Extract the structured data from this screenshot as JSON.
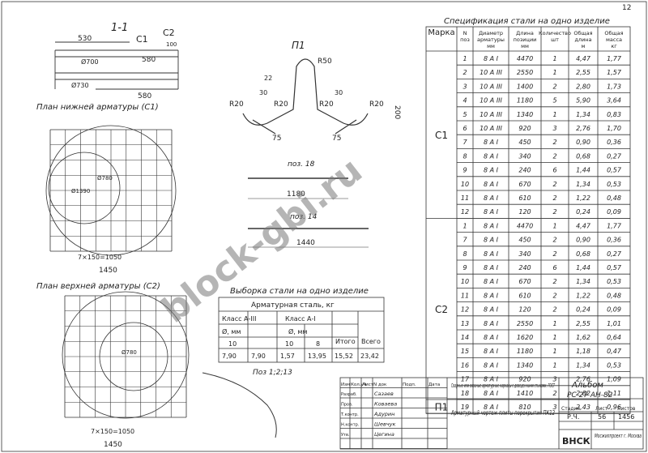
{
  "sheet": {
    "page_number": "12"
  },
  "views": {
    "section": "1-1",
    "c1": "С1",
    "c2": "С2",
    "p1": "П1",
    "lower_plan_title": "План нижней арматуры (С1)",
    "upper_plan_title": "План верхней арматуры (С2)"
  },
  "section_dims": [
    "530",
    "580",
    "580",
    "Ø700",
    "Ø730",
    "100"
  ],
  "p1_dims": {
    "r50": "R50",
    "r20": "R20",
    "d22": "22",
    "d30": "30",
    "d75": "75",
    "h200": "200"
  },
  "poz18": {
    "label": "поз. 18",
    "len": "1180"
  },
  "poz14": {
    "label": "поз. 14",
    "len": "1440"
  },
  "poz1213": {
    "label": "Поз 1;2;13"
  },
  "plans": {
    "total": "1450",
    "inner": "7×150=1050",
    "d780": "Ø780",
    "d1390": "Ø1390"
  },
  "steel_table": {
    "title": "Выборка стали на одно изделие",
    "header": "Арматурная сталь, кг",
    "class_a3": "Класс А-III",
    "class_a1": "Класс А-I",
    "diam": "Ø, мм",
    "itogo": "Итого",
    "vsego": "Всего",
    "diam_a3": "10",
    "diam_a1_1": "10",
    "diam_a1_2": "8",
    "values": [
      "7,90",
      "7,90",
      "1,57",
      "13,95",
      "15,52",
      "23,42"
    ]
  },
  "spec": {
    "title": "Спецификация стали на одно изделие",
    "headers": [
      "Марка",
      "N поз",
      "Диаметр арматуры мм",
      "Длина позиции мм",
      "Количество шт",
      "Общая длина м",
      "Общая масса кг"
    ],
    "groups": [
      {
        "mark": "С1",
        "rows": [
          [
            "1",
            "8 А I",
            "4470",
            "1",
            "4,47",
            "1,77"
          ],
          [
            "2",
            "10 А III",
            "2550",
            "1",
            "2,55",
            "1,57"
          ],
          [
            "3",
            "10 А III",
            "1400",
            "2",
            "2,80",
            "1,73"
          ],
          [
            "4",
            "10 А III",
            "1180",
            "5",
            "5,90",
            "3,64"
          ],
          [
            "5",
            "10 А III",
            "1340",
            "1",
            "1,34",
            "0,83"
          ],
          [
            "6",
            "10 А III",
            "920",
            "3",
            "2,76",
            "1,70"
          ],
          [
            "7",
            "8 А I",
            "450",
            "2",
            "0,90",
            "0,36"
          ],
          [
            "8",
            "8 А I",
            "340",
            "2",
            "0,68",
            "0,27"
          ],
          [
            "9",
            "8 А I",
            "240",
            "6",
            "1,44",
            "0,57"
          ],
          [
            "10",
            "8 А I",
            "670",
            "2",
            "1,34",
            "0,53"
          ],
          [
            "11",
            "8 А I",
            "610",
            "2",
            "1,22",
            "0,48"
          ],
          [
            "12",
            "8 А I",
            "120",
            "2",
            "0,24",
            "0,09"
          ]
        ]
      },
      {
        "mark": "С2",
        "rows": [
          [
            "1",
            "8 А I",
            "4470",
            "1",
            "4,47",
            "1,77"
          ],
          [
            "7",
            "8 А I",
            "450",
            "2",
            "0,90",
            "0,36"
          ],
          [
            "8",
            "8 А I",
            "340",
            "2",
            "0,68",
            "0,27"
          ],
          [
            "9",
            "8 А I",
            "240",
            "6",
            "1,44",
            "0,57"
          ],
          [
            "10",
            "8 А I",
            "670",
            "2",
            "1,34",
            "0,53"
          ],
          [
            "11",
            "8 А I",
            "610",
            "2",
            "1,22",
            "0,48"
          ],
          [
            "12",
            "8 А I",
            "120",
            "2",
            "0,24",
            "0,09"
          ],
          [
            "13",
            "8 А I",
            "2550",
            "1",
            "2,55",
            "1,01"
          ],
          [
            "14",
            "8 А I",
            "1620",
            "1",
            "1,62",
            "0,64"
          ],
          [
            "15",
            "8 А I",
            "1180",
            "1",
            "1,18",
            "0,47"
          ],
          [
            "16",
            "8 А I",
            "1340",
            "1",
            "1,34",
            "0,53"
          ],
          [
            "17",
            "8 А I",
            "920",
            "3",
            "2,76",
            "1,09"
          ],
          [
            "18",
            "8 А I",
            "1410",
            "2",
            "2,82",
            "1,11"
          ]
        ]
      },
      {
        "mark": "П1",
        "rows": [
          [
            "19",
            "8 А I",
            "810",
            "3",
            "2,43",
            "0,96"
          ]
        ]
      }
    ]
  },
  "title_block": {
    "note": "Сварные или вязаные арматурные каркасы с доведенными стыками. ГОСТ",
    "drawing_title": "Арматурный чертеж плиты перекрытия ПК12",
    "doc_name": "Альбом",
    "doc_code": "РС 27 АН-82",
    "stage": "Р.Ч.",
    "sheet": "56",
    "sheets": "1456",
    "col_labels": [
      "Изм",
      "Кол.уч",
      "Лист",
      "N док",
      "Подп.",
      "Дата"
    ],
    "sign_labels": [
      "Разраб.",
      "Пров.",
      "Т.контр.",
      "Н.контр.",
      "Утв."
    ],
    "sign_names": [
      "Сазаев",
      "Коваева",
      "Адурин",
      "Шевчук",
      "Цегина"
    ],
    "stage_labels": [
      "Стадия",
      "Лист",
      "Листов"
    ],
    "org": "ВНСК",
    "org_full": "Мосжилпроект г. Москва"
  },
  "watermark": "block-gbi.ru"
}
